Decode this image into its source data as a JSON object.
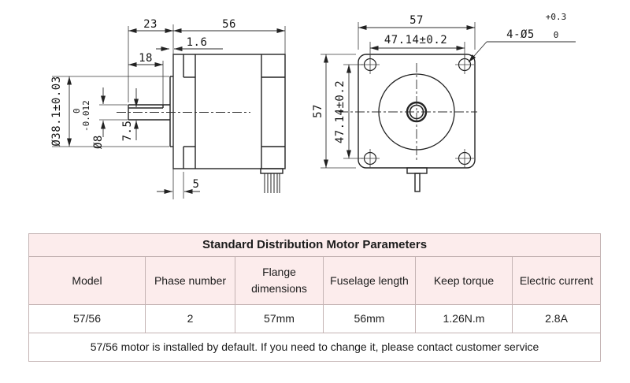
{
  "drawing": {
    "side_view": {
      "dim_front_length": "23",
      "dim_body_length": "56",
      "dim_boss_height": "1.6",
      "dim_flat_length": "18",
      "dim_flange_thickness": "5",
      "dim_boss_diameter": "Ø38.1±0.03",
      "dim_shaft_diameter": "Ø8",
      "dim_shaft_tol_upper": "0",
      "dim_shaft_tol_lower": "-0.012",
      "dim_shaft_flat": "7.5"
    },
    "front_view": {
      "dim_width": "57",
      "dim_height": "57",
      "dim_hole_spacing_h": "47.14±0.2",
      "dim_hole_spacing_v": "47.14±0.2",
      "dim_mounting_holes": "4-Ø5",
      "dim_holes_tol_upper": "+0.3",
      "dim_holes_tol_lower": "0"
    }
  },
  "table": {
    "title": "Standard Distribution Motor Parameters",
    "columns": [
      "Model",
      "Phase number",
      "Flange dimensions",
      "Fuselage length",
      "Keep torque",
      "Electric current"
    ],
    "rows": [
      [
        "57/56",
        "2",
        "57mm",
        "56mm",
        "1.26N.m",
        "2.8A"
      ]
    ],
    "note": "57/56 motor is installed by default. If you need to change it, please contact customer service",
    "header_bg": "#fcecec",
    "border_color": "#c4b3b3"
  }
}
